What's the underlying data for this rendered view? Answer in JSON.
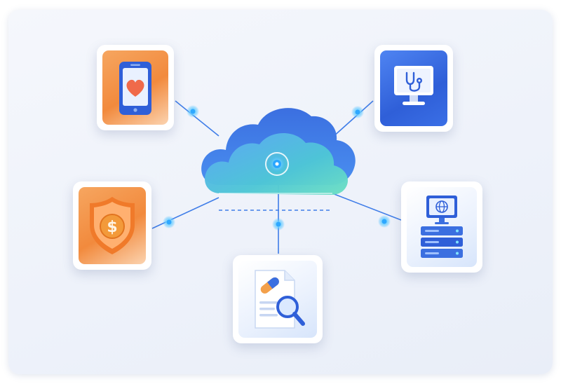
{
  "diagram": {
    "hub": {
      "icon": "cloud-icon"
    },
    "nodes": [
      {
        "id": "mobile-health",
        "icon": "smartphone-heart-icon",
        "color": "#f28a3d"
      },
      {
        "id": "telemedicine",
        "icon": "monitor-stethoscope-icon",
        "color": "#2f5fd8"
      },
      {
        "id": "insurance",
        "icon": "shield-dollar-icon",
        "color": "#f28a3d"
      },
      {
        "id": "prescription-review",
        "icon": "document-pill-magnifier-icon",
        "color": "#3b6fe0"
      },
      {
        "id": "web-server",
        "icon": "server-globe-icon",
        "color": "#3b6fe0"
      }
    ],
    "colors": {
      "connector": "#3f7de8",
      "glow": "#39b8ff",
      "cloud_top": "#3f7fe6",
      "cloud_bottom": "#57d3bf"
    }
  }
}
